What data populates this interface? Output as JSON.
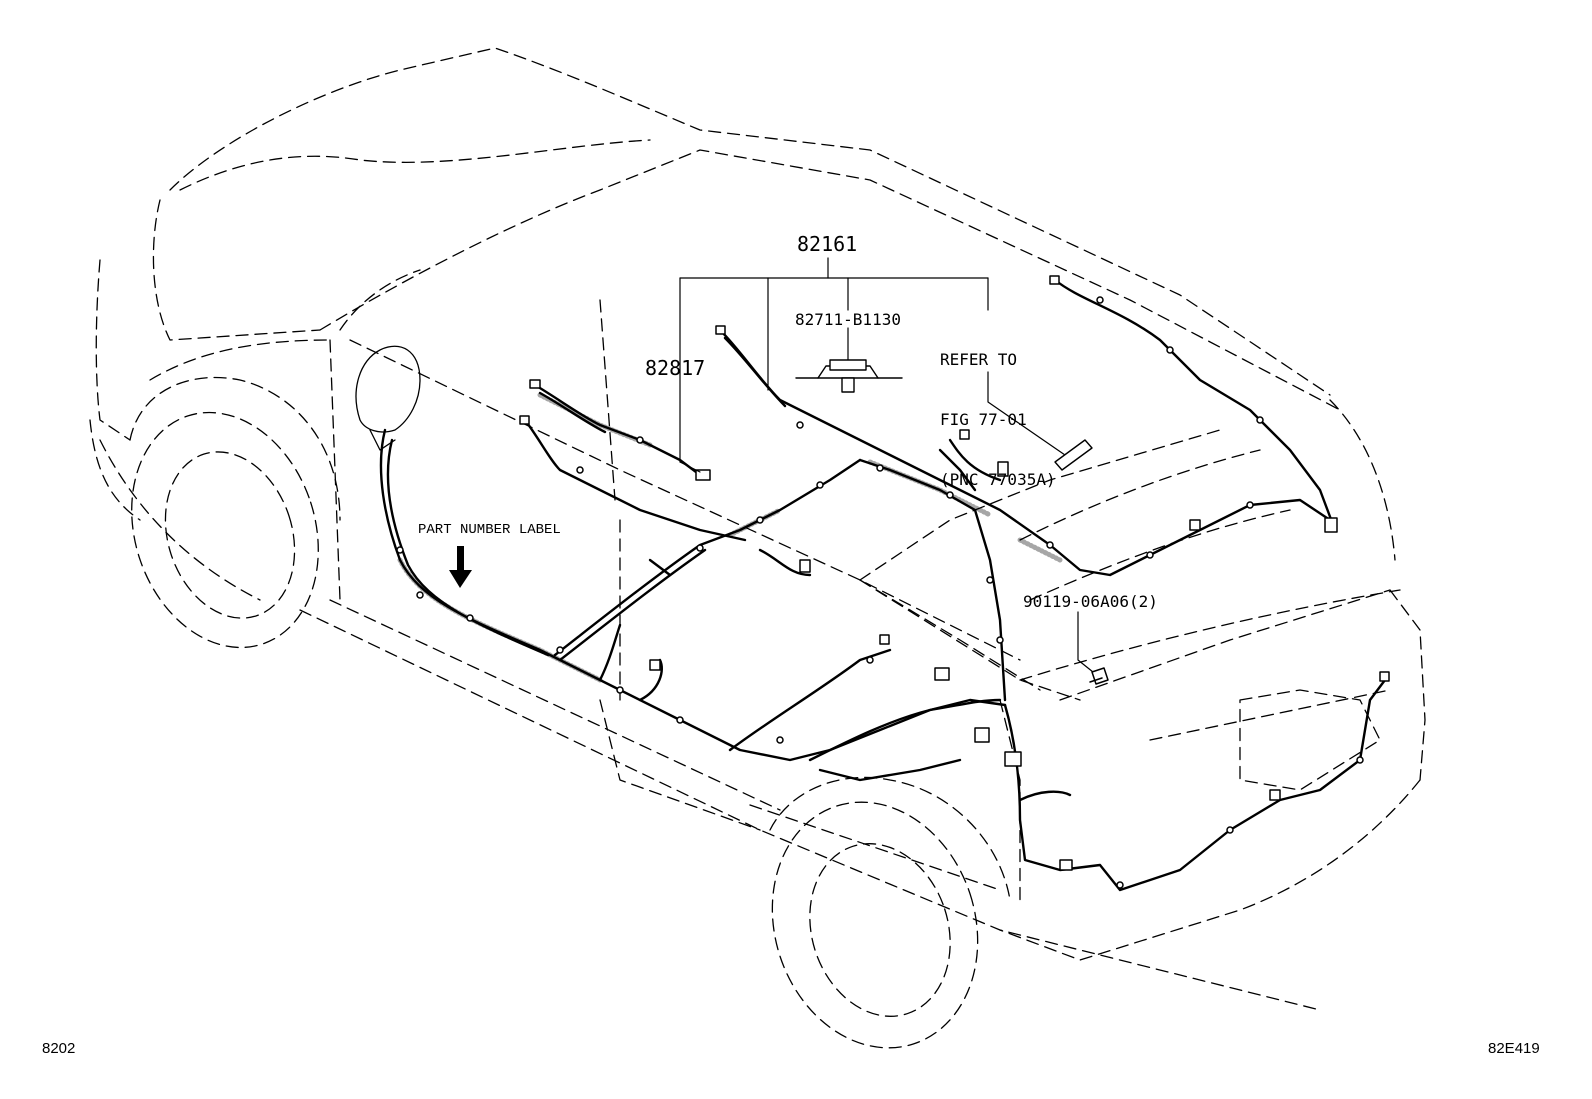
{
  "callouts": {
    "assembly": "82161",
    "sub_harness": "82817",
    "part_label": "82711-B1130",
    "refer_line1": "REFER TO",
    "refer_line2": "FIG 77-01",
    "refer_line3": "(PNC 77035A)",
    "bolt": "90119-06A06(2)",
    "label_note": "PART NUMBER LABEL"
  },
  "footer": {
    "fig_number": "8202",
    "drawing_code": "82E419"
  },
  "colors": {
    "line": "#000000",
    "background": "#ffffff"
  }
}
